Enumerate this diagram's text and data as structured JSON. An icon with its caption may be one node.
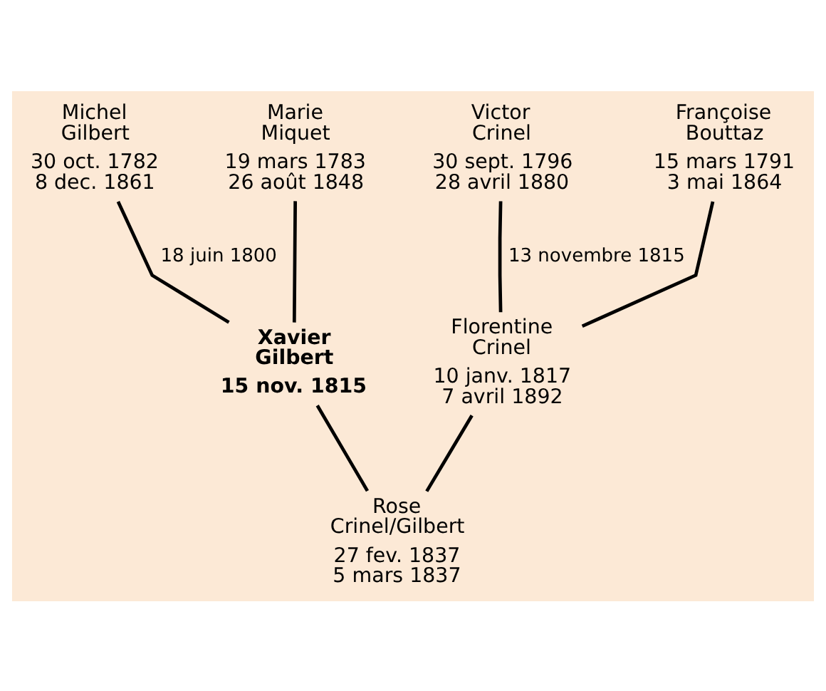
{
  "diagram": {
    "nodes": [
      {
        "text": [
          "Michel Gilbert",
          "30 oct. 1782",
          "8 dec. 1861"
        ]
      },
      {
        "text": [
          "Marie Miquet",
          "19 mars 1783",
          "26 août 1848"
        ]
      },
      {
        "text": [
          "Victor Crinel",
          "30 sept. 1796",
          "28 avril 1880"
        ]
      },
      {
        "text": [
          "Françoise Bouttaz",
          "15 mars 1791",
          "3 mai 1864"
        ]
      },
      {
        "text": [
          "Xavier Gilbert",
          "15 nov. 1815"
        ]
      },
      {
        "text": [
          "Florentine Crinel",
          "10 janv. 1817",
          "7 avril 1892"
        ]
      },
      {
        "text": [
          "Rose Crinel/Gilbert",
          "27 fev. 1837",
          "5 mars 1837"
        ]
      }
    ],
    "edges": [
      {
        "from": 0,
        "to": 4,
        "arrow": "none",
        "label": "18 juin 1800"
      },
      {
        "from": 1,
        "to": 4,
        "arrow": "none"
      },
      {
        "from": 2,
        "to": 5,
        "arrow": "none",
        "label": "13 novembre 1815"
      },
      {
        "from": 3,
        "to": 5,
        "arrow": "none"
      },
      {
        "from": 4,
        "to": 6,
        "arrow": "none"
      },
      {
        "from": 5,
        "to": 6,
        "arrow": "none"
      }
    ]
  }
}
